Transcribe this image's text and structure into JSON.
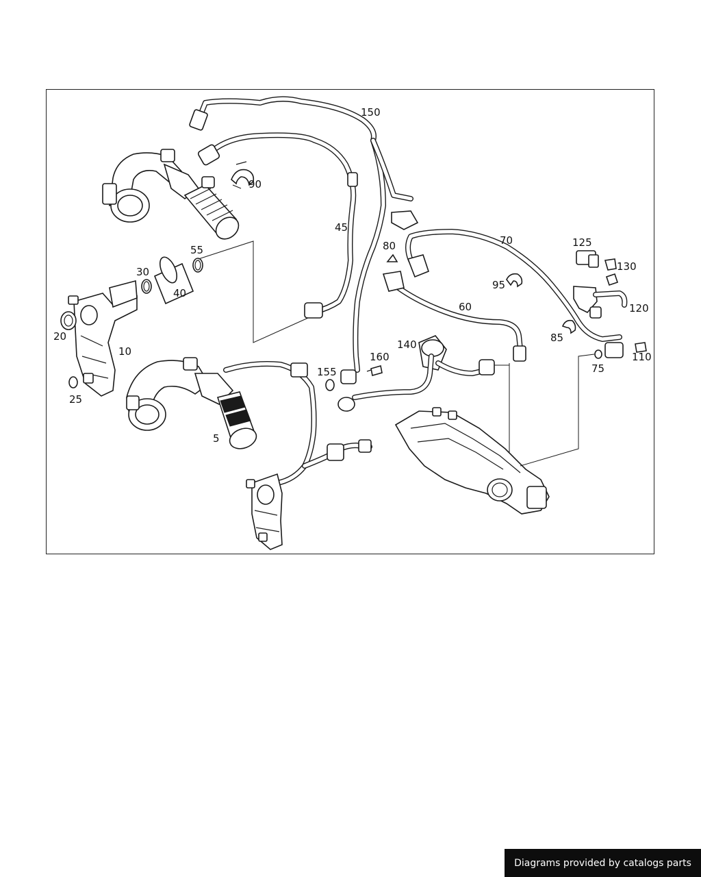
{
  "callouts": [
    {
      "id": "c150",
      "label": "150"
    },
    {
      "id": "c90",
      "label": "90"
    },
    {
      "id": "c45",
      "label": "45"
    },
    {
      "id": "c55",
      "label": "55"
    },
    {
      "id": "c30",
      "label": "30"
    },
    {
      "id": "c40",
      "label": "40"
    },
    {
      "id": "c20",
      "label": "20"
    },
    {
      "id": "c10",
      "label": "10"
    },
    {
      "id": "c25",
      "label": "25"
    },
    {
      "id": "c5",
      "label": "5"
    },
    {
      "id": "c80",
      "label": "80"
    },
    {
      "id": "c70",
      "label": "70"
    },
    {
      "id": "c125",
      "label": "125"
    },
    {
      "id": "c130",
      "label": "130"
    },
    {
      "id": "c95",
      "label": "95"
    },
    {
      "id": "c60",
      "label": "60"
    },
    {
      "id": "c120",
      "label": "120"
    },
    {
      "id": "c85",
      "label": "85"
    },
    {
      "id": "c140",
      "label": "140"
    },
    {
      "id": "c160",
      "label": "160"
    },
    {
      "id": "c155",
      "label": "155"
    },
    {
      "id": "c110",
      "label": "110"
    },
    {
      "id": "c75",
      "label": "75"
    }
  ],
  "credit": "Diagrams provided by catalogs parts",
  "colors": {
    "line": "#1a1a1a",
    "background": "#ffffff",
    "credit_bg": "#0d0d0d",
    "credit_text": "#ffffff"
  }
}
